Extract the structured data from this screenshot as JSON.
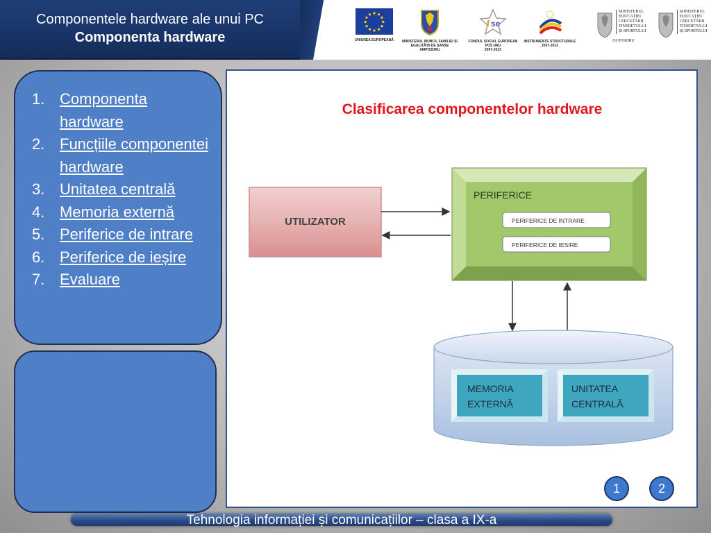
{
  "header": {
    "title_line1": "Componentele hardware ale unui PC",
    "title_line2": "Componenta hardware"
  },
  "logos": {
    "eu": "UNIUNEA EUROPEANĂ",
    "ministry_labor_line1": "MINISTERUL MUNCII, FAMILIEI ȘI",
    "ministry_labor_line2": "EGALITĂȚII DE ȘANSE",
    "ministry_labor_line3": "AMPOSDRU",
    "fse_line1": "FONDUL SOCIAL EUROPEAN",
    "fse_line2": "POS DRU",
    "fse_line3": "2007-2013",
    "is_line1": "INSTRUMENTE STRUCTURALE",
    "is_line2": "2007-2013",
    "edu1_line1": "MINISTERUL",
    "edu1_line2": "EDUCAȚIEI",
    "edu1_line3": "CERCETĂRII",
    "edu1_line4": "TINERETULUI",
    "edu1_line5": "ȘI SPORTULUI",
    "edu1_line6": "OI POSDRU",
    "edu2_line1": "MINISTERUL",
    "edu2_line2": "EDUCAȚIEI",
    "edu2_line3": "CERCETĂRII",
    "edu2_line4": "TINERETULUI",
    "edu2_line5": "ȘI SPORTULUI"
  },
  "menu": {
    "items": [
      {
        "num": "1.",
        "label": "Componenta hardware"
      },
      {
        "num": "2.",
        "label": "Funcțiile componentei hardware"
      },
      {
        "num": "3.",
        "label": "Unitatea centrală"
      },
      {
        "num": "4.",
        "label": "Memoria externă"
      },
      {
        "num": "5.",
        "label": "Periferice de intrare"
      },
      {
        "num": "6.",
        "label": "Periferice de ieșire"
      },
      {
        "num": "7.",
        "label": "Evaluare"
      }
    ]
  },
  "diagram": {
    "title": "Clasificarea componentelor hardware",
    "utilizator": "UTILIZATOR",
    "periferice": "PERIFERICE",
    "periferice_intrare": "PERIFERICE DE INTRARE",
    "periferice_iesire": "PERIFERICE DE IESIRE",
    "memoria_line1": "MEMORIA",
    "memoria_line2": "EXTERNĂ",
    "unitatea_line1": "UNITATEA",
    "unitatea_line2": "CENTRALĂ"
  },
  "pager": {
    "page1": "1",
    "page2": "2"
  },
  "footer": {
    "text": "Tehnologia informației și comunicațiilor – clasa a IX-a"
  },
  "colors": {
    "header_bg": "#1f3f78",
    "panel_blue": "#4f7fc6",
    "title_red": "#e0161d",
    "periferice_green": "#a3c86b",
    "utilizator_pink": "#e8b4b4",
    "storage_teal": "#3fa6bf"
  }
}
